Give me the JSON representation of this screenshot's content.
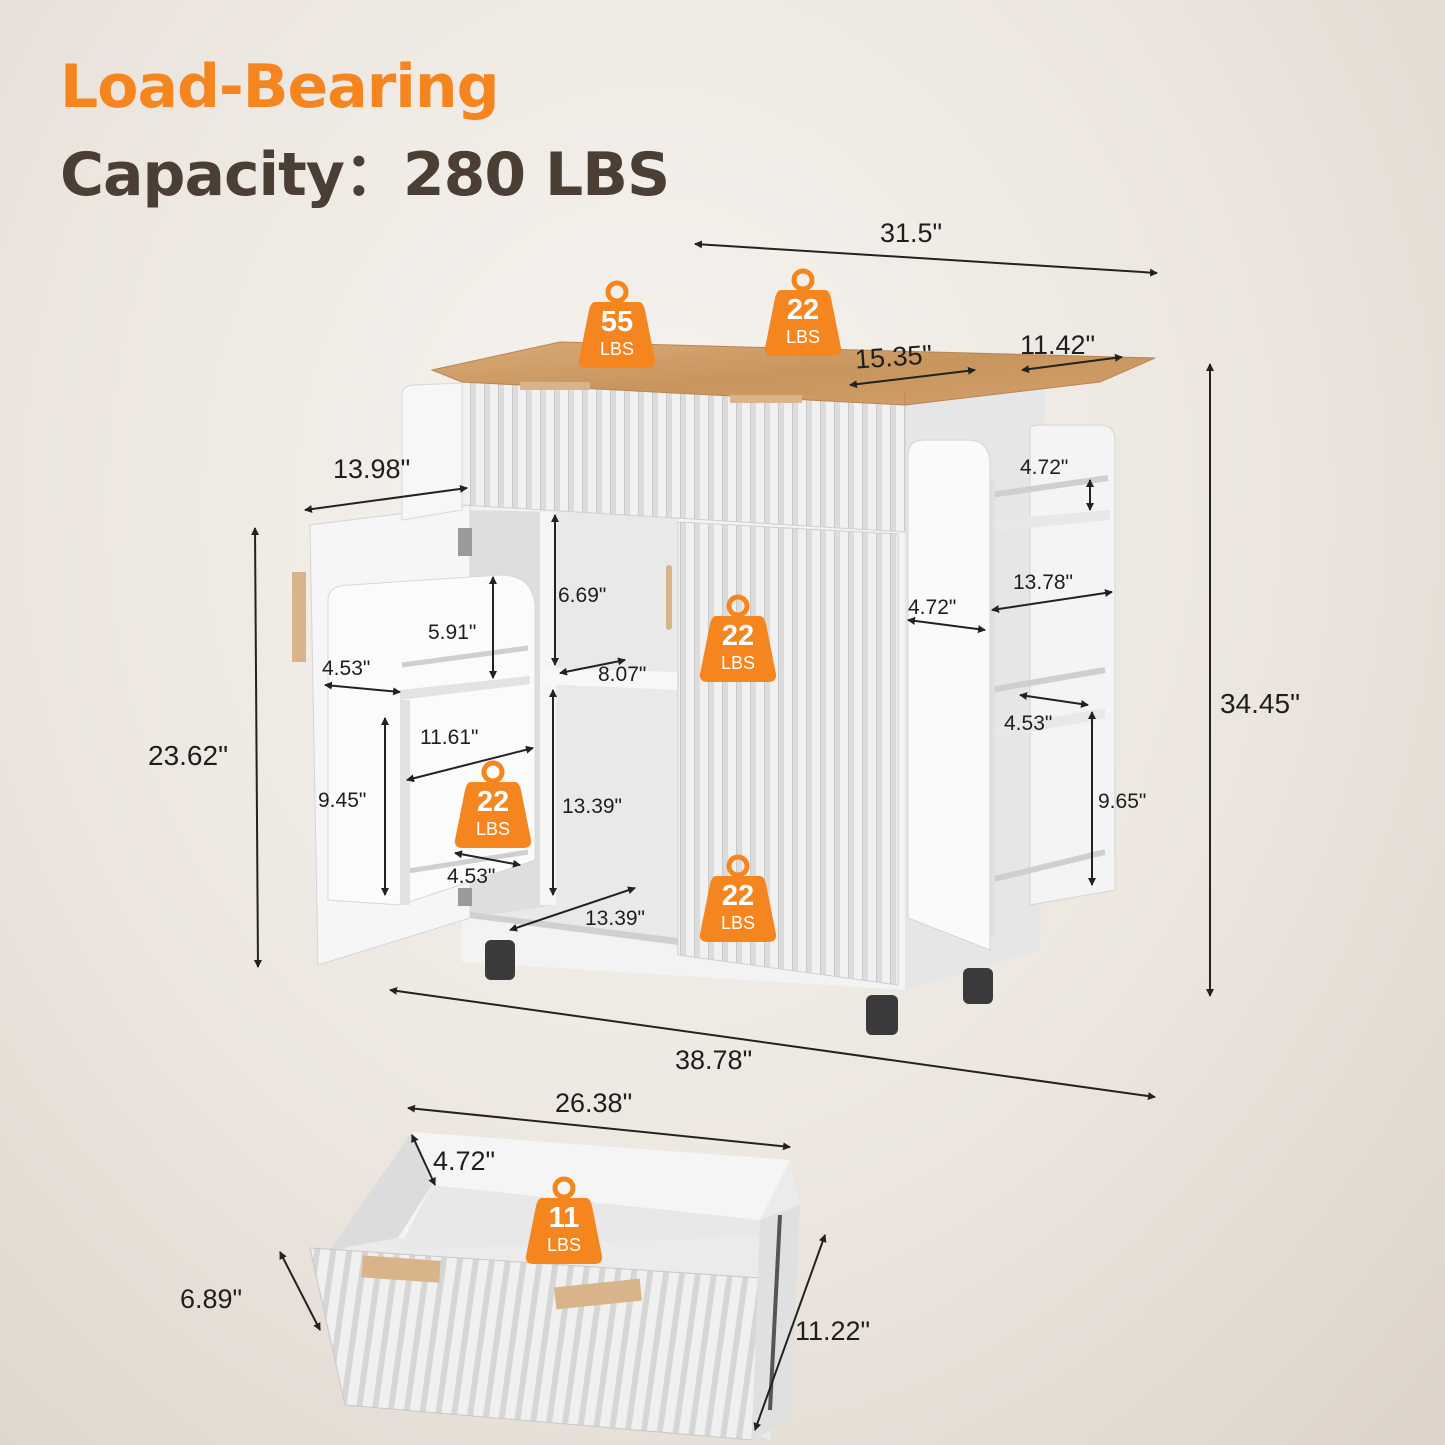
{
  "headline": {
    "line1": "Load-Bearing",
    "line2": "Capacity：280 LBS"
  },
  "colors": {
    "accent": "#f5851f",
    "heading_dark": "#4a3e35",
    "cabinet_white": "#f3f3f3",
    "wood_top": "#cf9f6a",
    "gold_handle": "#d9b48a"
  },
  "weight_unit": "LBS",
  "weights": {
    "top_left": "55",
    "top_right": "22",
    "door_shelf": "22",
    "right_cabinet": "22",
    "bottom_cabinet": "22",
    "drawer": "11"
  },
  "dimensions": {
    "top_width": "31.5\"",
    "leaf_width": "15.35\"",
    "leaf_depth": "11.42\"",
    "depth": "13.98\"",
    "spice_top_height": "4.72\"",
    "spice_width": "13.78\"",
    "side_gap": "4.72\"",
    "inner_shelf_height": "6.69\"",
    "door_rack_upper": "5.91\"",
    "door_rack_depth": "4.53\"",
    "shelf_width": "8.07\"",
    "total_height": "34.45\"",
    "side_rack_depth": "4.53\"",
    "side_rack_lower": "9.65\"",
    "cabinet_height": "23.62\"",
    "door_rack_width": "11.61\"",
    "door_rack_lower": "9.45\"",
    "inner_lower_height": "13.39\"",
    "door_rack_bottom": "4.53\"",
    "bottom_depth": "13.39\"",
    "total_width": "38.78\"",
    "drawer_width": "26.38\"",
    "drawer_side": "4.72\"",
    "drawer_height": "6.89\"",
    "drawer_depth": "11.22\""
  }
}
